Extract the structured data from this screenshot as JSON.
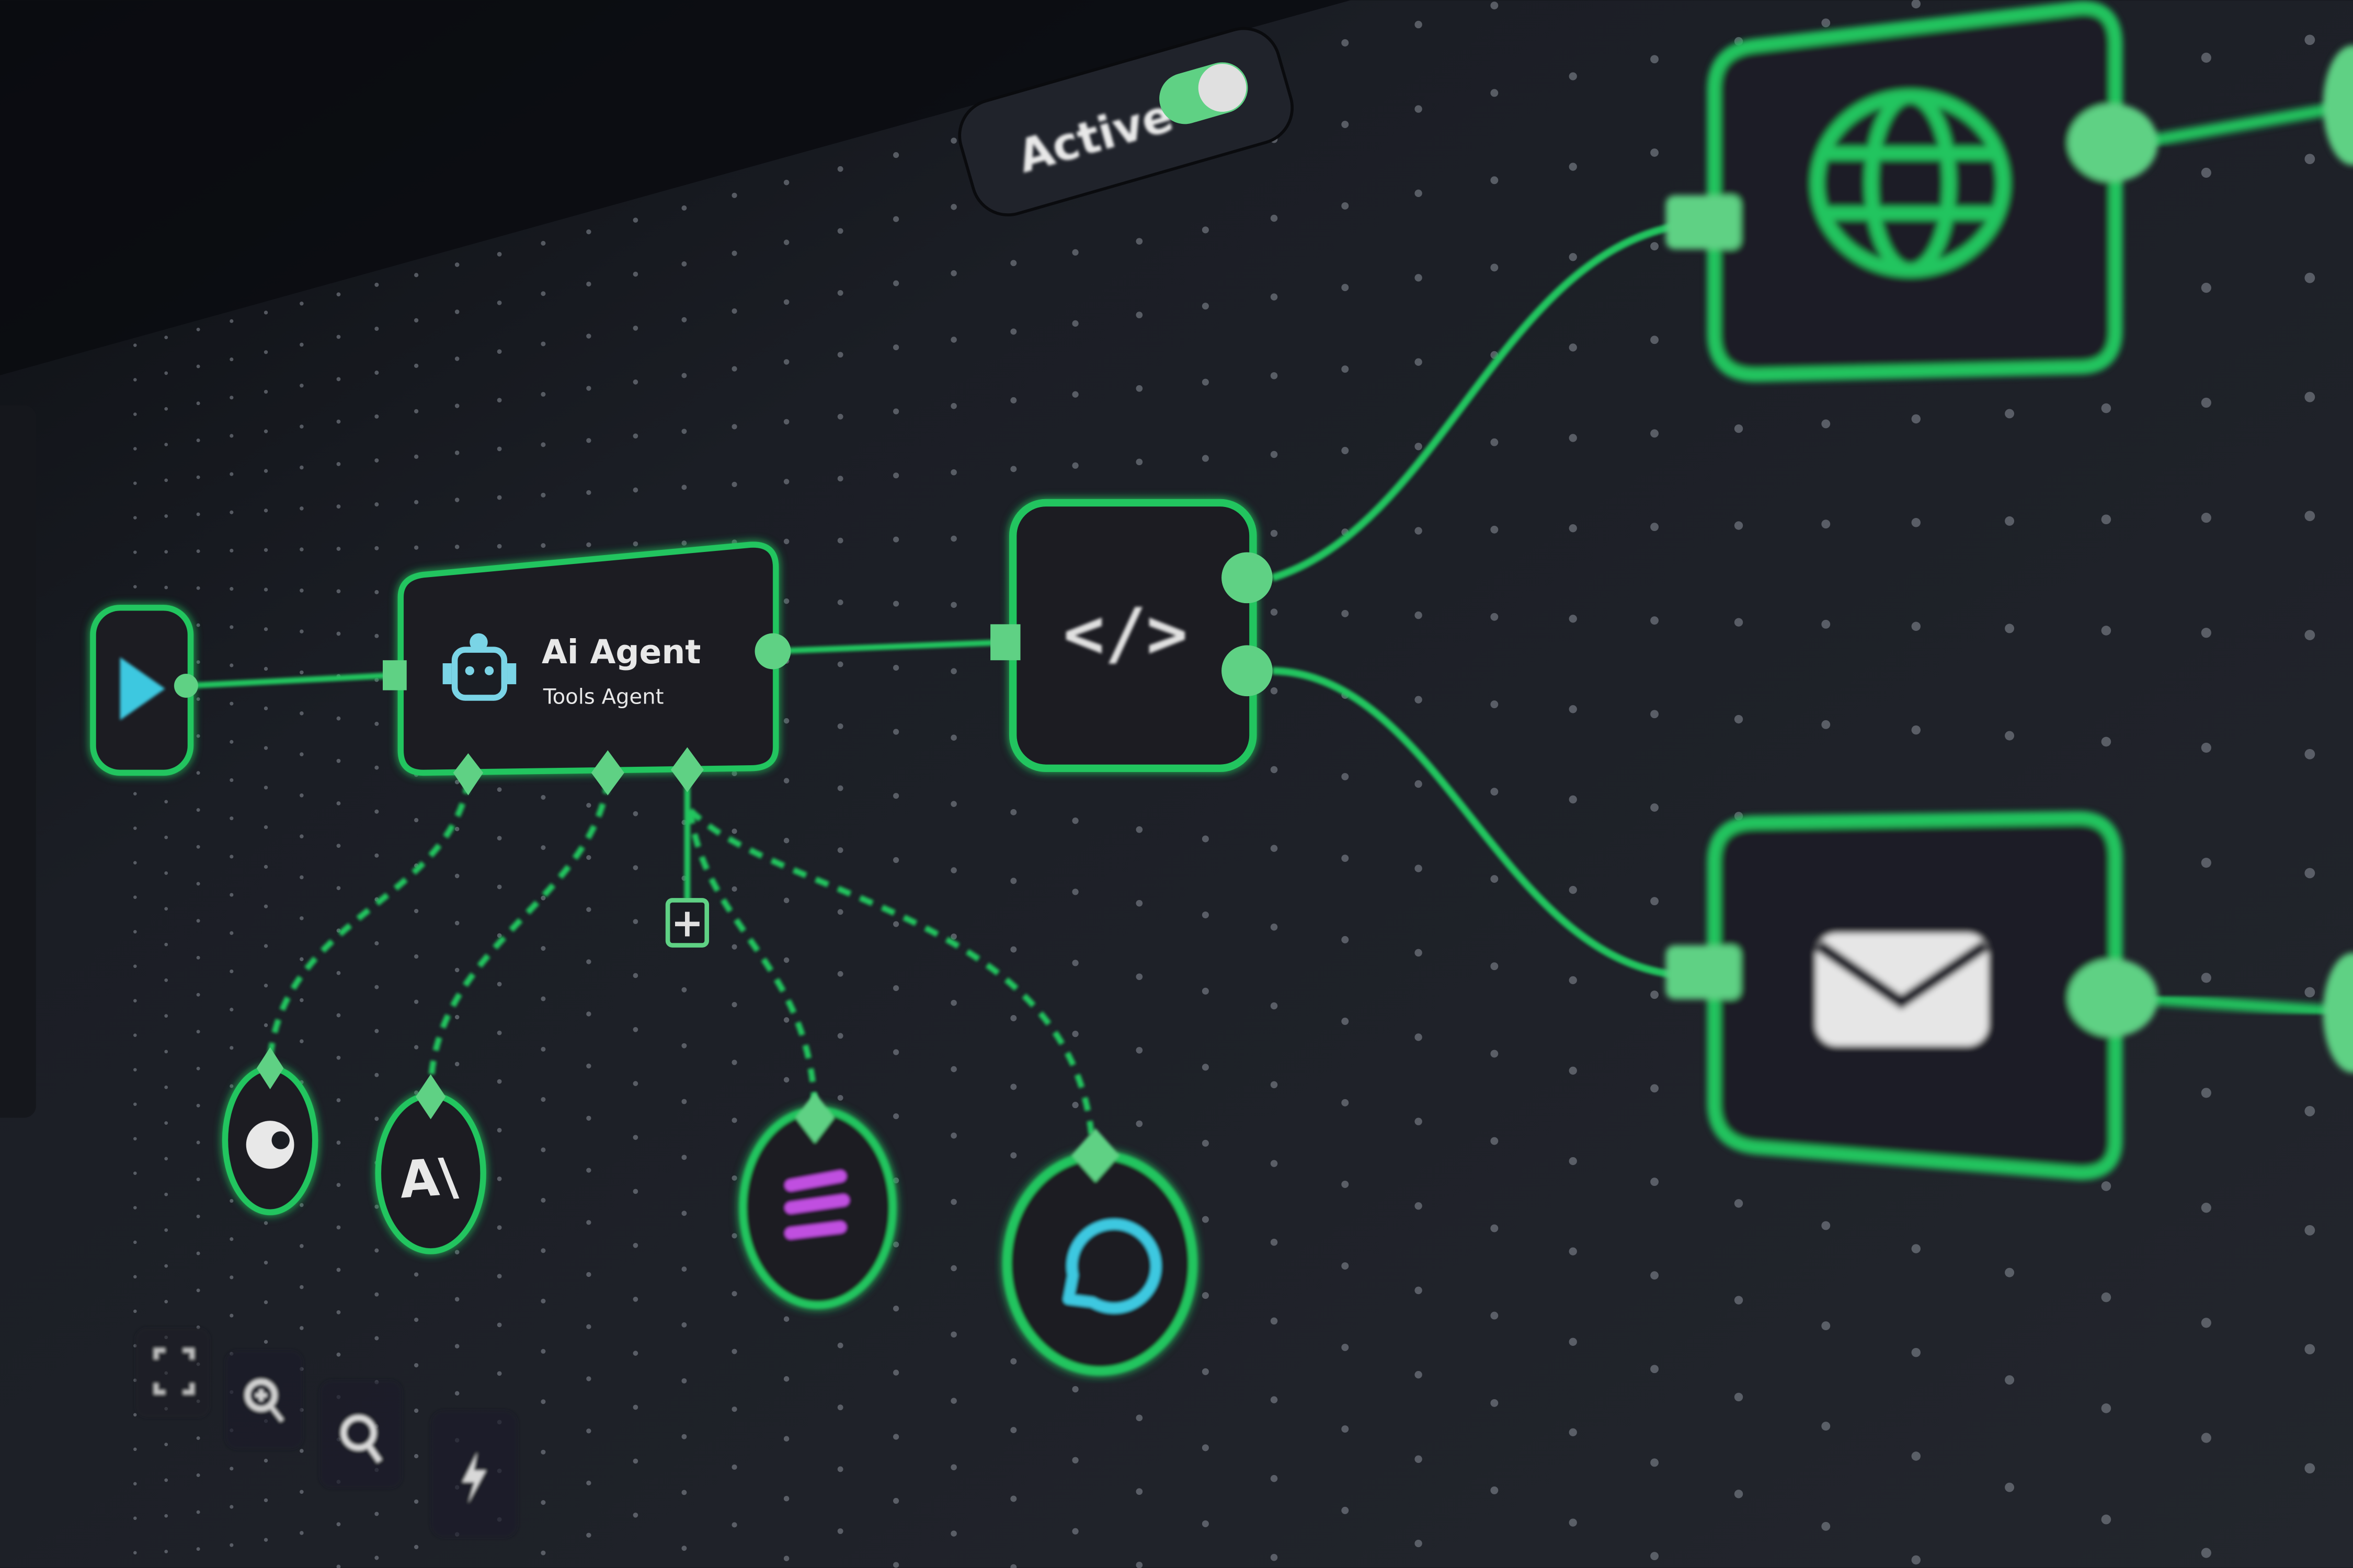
{
  "colors": {
    "accent": "#22c55e",
    "accent_light": "#5fd184",
    "canvas": "#1d2027",
    "node_fill": "#1a1d23",
    "robot": "#7ad4e6",
    "chat": "#3cc8e0",
    "stack": "#c050e0",
    "dot": "#8a8f99"
  },
  "header": {
    "status_label": "Active",
    "toggle_on": true
  },
  "nodes": {
    "trigger": {
      "icon": "play-icon"
    },
    "agent": {
      "title": "Ai Agent",
      "subtitle": "Tools Agent",
      "icon": "robot-icon"
    },
    "code": {
      "label": "</>",
      "icon": "code-icon"
    },
    "http": {
      "icon": "globe-icon"
    },
    "email": {
      "icon": "envelope-icon"
    }
  },
  "sub_nodes": [
    {
      "icon": "openai-logo-icon"
    },
    {
      "icon": "anthropic-logo-icon",
      "logo_text": "A\\"
    },
    {
      "icon": "stack-icon"
    },
    {
      "icon": "chat-bubble-icon"
    }
  ],
  "add_tool": {
    "label": "+",
    "icon": "plus-icon"
  },
  "toolbar": [
    {
      "icon": "fit-view-icon"
    },
    {
      "icon": "zoom-in-icon"
    },
    {
      "icon": "zoom-out-icon"
    },
    {
      "icon": "lightning-icon"
    }
  ]
}
